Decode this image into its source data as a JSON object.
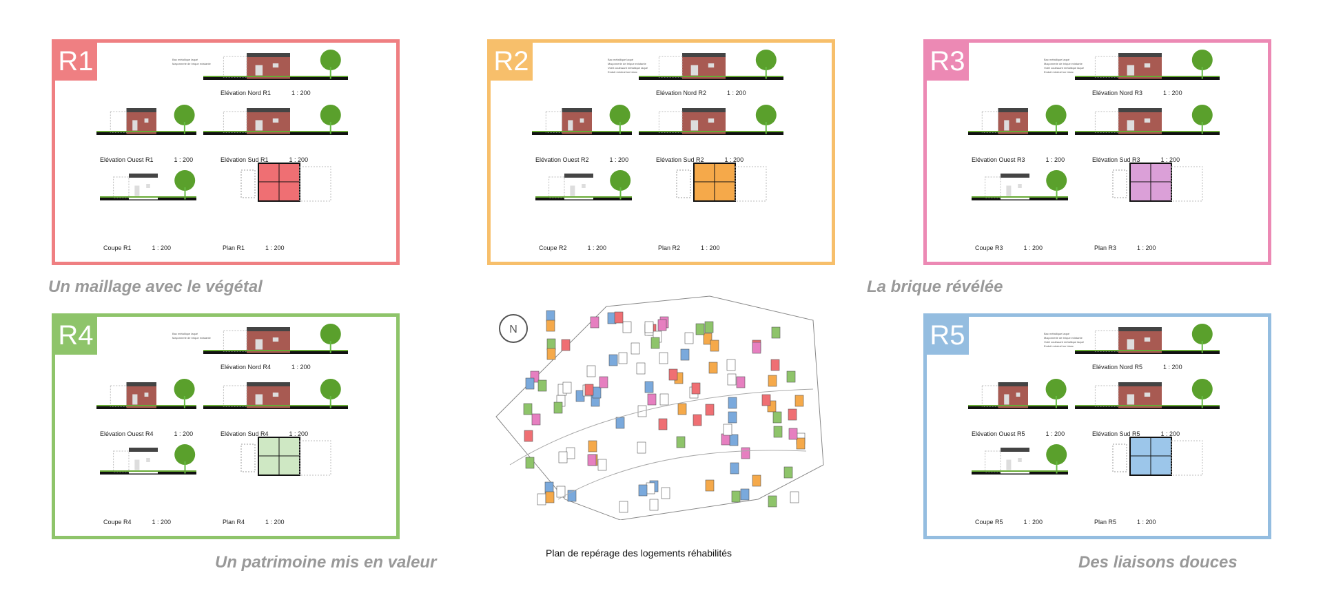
{
  "panels": [
    {
      "id": "R1",
      "color": "#ef7f82",
      "plan_color": "#ef6f73",
      "captions": {
        "nord": "Elévation Nord R1",
        "ouest": "Elévation Ouest R1",
        "sud": "Elévation Sud R1",
        "coupe": "Coupe R1",
        "plan": "Plan R1"
      },
      "scale": "1 : 200",
      "annotations": [
        "Bac métallique laqué",
        "Maçonnerie de brique existante"
      ]
    },
    {
      "id": "R2",
      "color": "#f7bf6b",
      "plan_color": "#f5a94a",
      "captions": {
        "nord": "Elévation Nord R2",
        "ouest": "Elévation Ouest R2",
        "sud": "Elévation Sud R2",
        "coupe": "Coupe R2",
        "plan": "Plan R2"
      },
      "scale": "1 : 200",
      "annotations": [
        "Bac métallique laqué",
        "Maçonnerie de brique existante",
        "Volet coulissant métallique laqué",
        "Enduit minéral ton blanc"
      ]
    },
    {
      "id": "R3",
      "color": "#ec89b4",
      "plan_color": "#dba0d8",
      "captions": {
        "nord": "Elévation Nord R3",
        "ouest": "Elévation Ouest R3",
        "sud": "Elévation Sud R3",
        "coupe": "Coupe R3",
        "plan": "Plan R3"
      },
      "scale": "1 : 200",
      "annotations": [
        "Bac métallique laqué",
        "Maçonnerie de brique existante",
        "Volet coulissant métallique laqué",
        "Enduit minéral ton blanc"
      ]
    },
    {
      "id": "R4",
      "color": "#8ec46a",
      "plan_color": "#cfe8c4",
      "captions": {
        "nord": "Elévation Nord R4",
        "ouest": "Elévation Ouest R4",
        "sud": "Elévation Sud R4",
        "coupe": "Coupe R4",
        "plan": "Plan R4"
      },
      "scale": "1 : 200",
      "annotations": [
        "Bac métallique laqué",
        "Maçonnerie de brique existante"
      ]
    },
    {
      "id": "R5",
      "color": "#94bde0",
      "plan_color": "#9cc6ea",
      "captions": {
        "nord": "Elévation Nord R5",
        "ouest": "Elévation Ouest R5",
        "sud": "Elévation Sud R5",
        "coupe": "Coupe R5",
        "plan": "Plan R5"
      },
      "scale": "1 : 200",
      "annotations": [
        "Bac métallique laqué",
        "Maçonnerie de brique existante",
        "Volet coulissant métallique laqué",
        "Enduit minéral ton blanc"
      ]
    }
  ],
  "themes": {
    "t1": "Un maillage avec le végétal",
    "t2": "La brique révélée",
    "t3": "Un patrimoine mis en valeur",
    "t4": "Des liaisons douces"
  },
  "map": {
    "caption": "Plan de repérage des logements réhabilités",
    "compass_letter": "N"
  }
}
